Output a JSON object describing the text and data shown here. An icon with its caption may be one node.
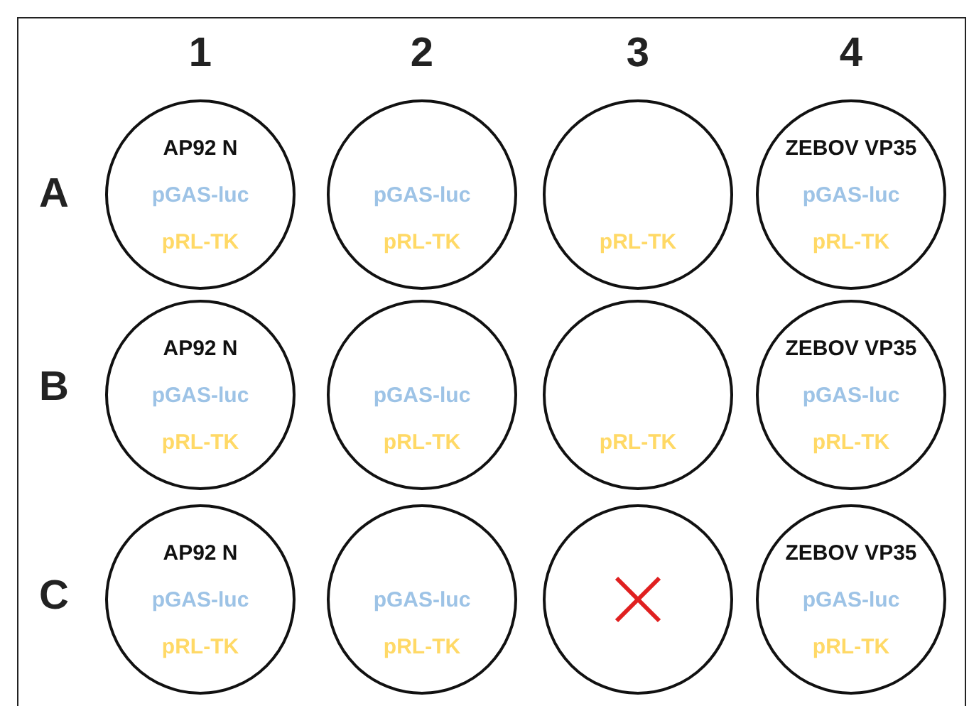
{
  "diagram": {
    "nodes": [
      {
        "text": [
          "AP92 N",
          "pGAS-luc",
          "pRL-TK"
        ]
      },
      {
        "text": [
          "pGAS-luc",
          "pRL-TK"
        ]
      },
      {
        "text": [
          "pRL-TK"
        ]
      },
      {
        "text": [
          "ZEBOV VP35",
          "pGAS-luc",
          "pRL-TK"
        ]
      },
      {
        "text": [
          "AP92 N",
          "pGAS-luc",
          "pRL-TK"
        ]
      },
      {
        "text": [
          "pGAS-luc",
          "pRL-TK"
        ]
      },
      {
        "text": [
          "pRL-TK"
        ]
      },
      {
        "text": [
          "ZEBOV VP35",
          "pGAS-luc",
          "pRL-TK"
        ]
      },
      {
        "text": [
          "AP92 N",
          "pGAS-luc",
          "pRL-TK"
        ]
      },
      {
        "text": [
          "pGAS-luc",
          "pRL-TK"
        ]
      },
      {
        "text": [],
        "shape": "circle"
      },
      {
        "text": [
          "ZEBOV VP35",
          "pGAS-luc",
          "pRL-TK"
        ]
      }
    ],
    "labels": [
      "1",
      "2",
      "3",
      "4",
      "A",
      "B",
      "C"
    ]
  }
}
